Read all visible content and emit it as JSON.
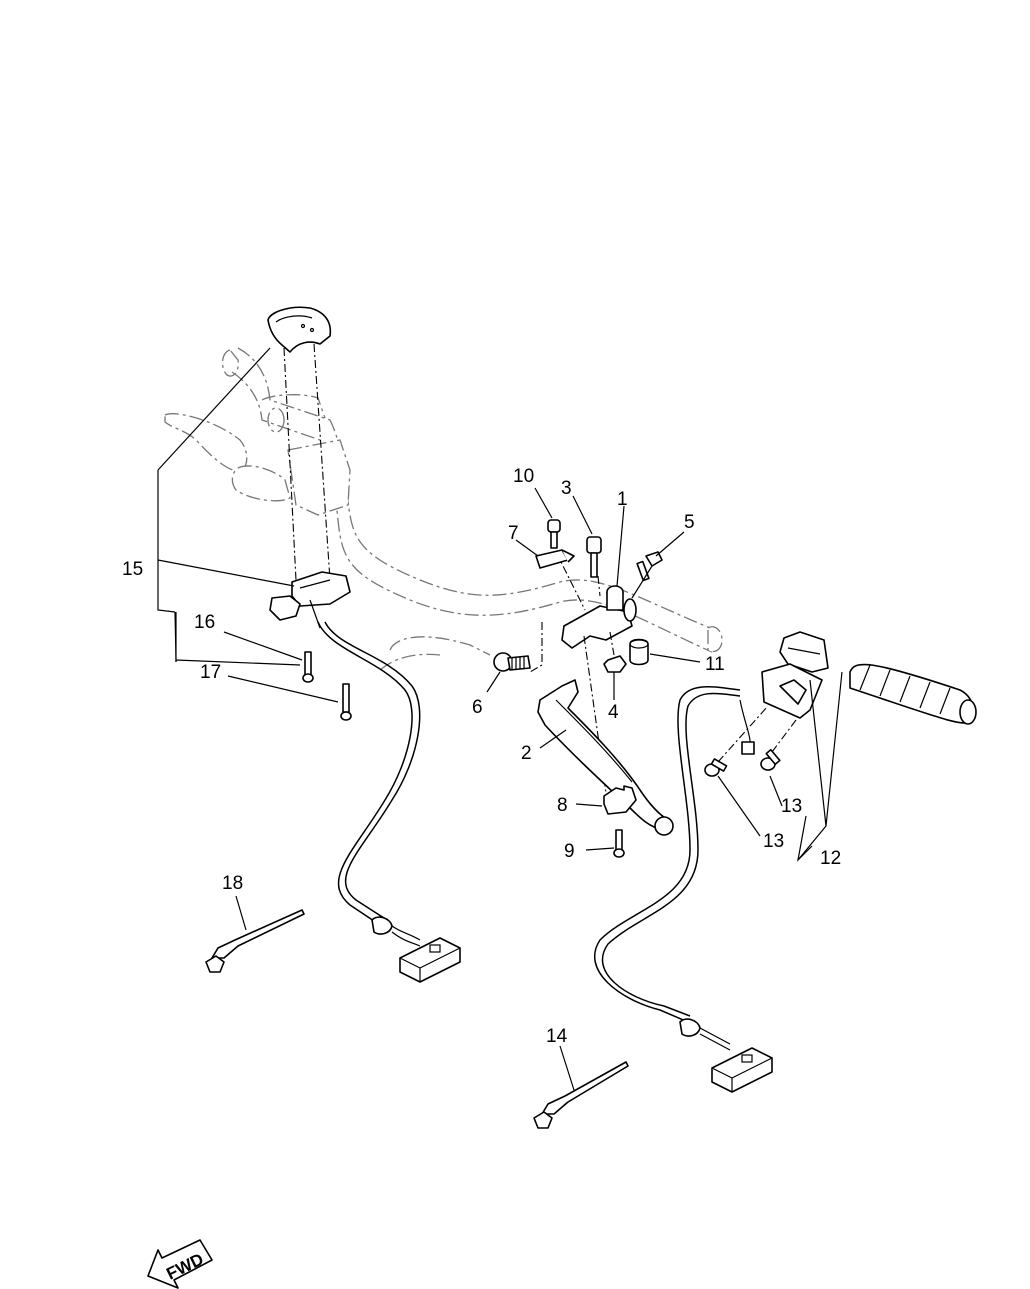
{
  "diagram": {
    "callouts": [
      {
        "id": "1",
        "text": "1"
      },
      {
        "id": "2",
        "text": "2"
      },
      {
        "id": "3",
        "text": "3"
      },
      {
        "id": "4",
        "text": "4"
      },
      {
        "id": "5",
        "text": "5"
      },
      {
        "id": "6",
        "text": "6"
      },
      {
        "id": "7",
        "text": "7"
      },
      {
        "id": "8",
        "text": "8"
      },
      {
        "id": "9",
        "text": "9"
      },
      {
        "id": "10",
        "text": "10"
      },
      {
        "id": "11",
        "text": "11"
      },
      {
        "id": "12",
        "text": "12"
      },
      {
        "id": "13a",
        "text": "13"
      },
      {
        "id": "13b",
        "text": "13"
      },
      {
        "id": "14",
        "text": "14"
      },
      {
        "id": "15",
        "text": "15"
      },
      {
        "id": "16",
        "text": "16"
      },
      {
        "id": "17",
        "text": "17"
      },
      {
        "id": "18",
        "text": "18"
      }
    ],
    "direction_badge": {
      "text": "FWD",
      "icon": "fwd-arrow-icon"
    }
  }
}
